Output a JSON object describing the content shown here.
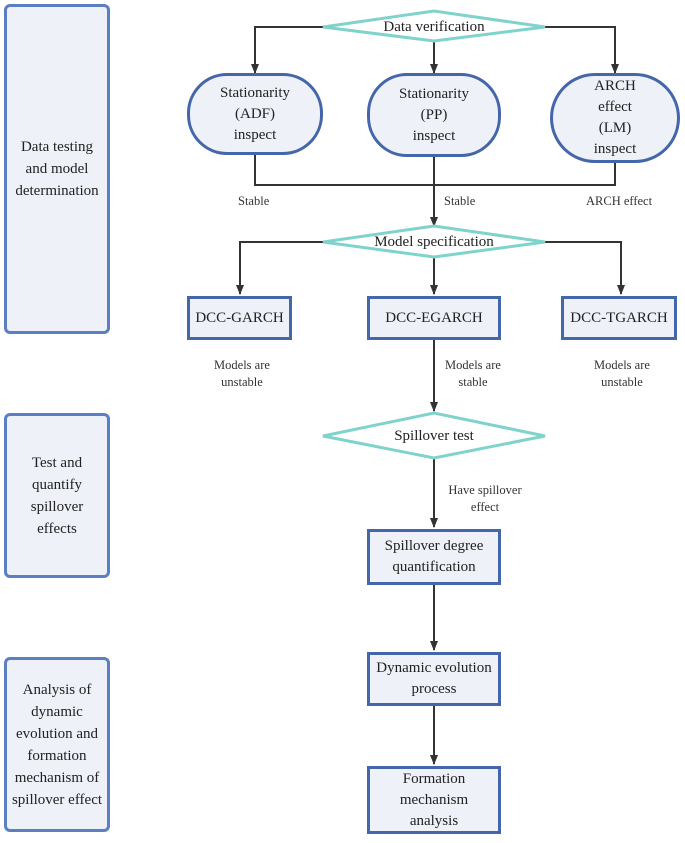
{
  "phases": {
    "phase1": "Data testing\nand model\ndetermination",
    "phase2": "Test and\nquantify\nspillover\neffects",
    "phase3": "Analysis of\ndynamic\nevolution and\nformation\nmechanism of\nspillover effect"
  },
  "nodes": {
    "data_verification": "Data verification",
    "adf": "Stationarity\n(ADF)\ninspect",
    "pp": "Stationarity\n(PP)\ninspect",
    "arch": "ARCH\neffect\n(LM)\ninspect",
    "model_specification": "Model specification",
    "dcc_garch": "DCC-GARCH",
    "dcc_egarch": "DCC-EGARCH",
    "dcc_tgarch": "DCC-TGARCH",
    "spillover_test": "Spillover test",
    "spillover_degree": "Spillover degree\nquantification",
    "dynamic_evolution": "Dynamic evolution\nprocess",
    "formation_mechanism": "Formation\nmechanism\nanalysis"
  },
  "labels": {
    "stable_left": "Stable",
    "stable_center": "Stable",
    "arch_effect": "ARCH effect",
    "garch_result": "Models are\nunstable",
    "egarch_result": "Models are\nstable",
    "tgarch_result": "Models are\nunstable",
    "have_spillover": "Have spillover\neffect"
  },
  "colors": {
    "diamond_border": "#7fd3cc",
    "box_border": "#4466aa",
    "phase_border": "#5b7fc0",
    "fill": "#eef1f8",
    "line": "#333333"
  }
}
